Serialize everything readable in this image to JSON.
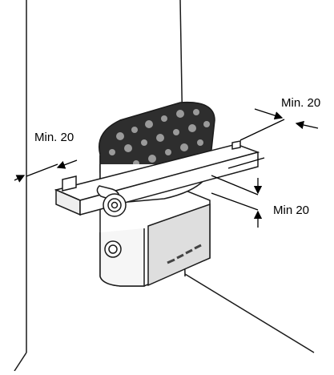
{
  "dimensions": {
    "left": "Min. 20",
    "right": "Min. 20",
    "bracket": "Min 20"
  },
  "colors": {
    "line": "#1a1a1a",
    "stone": "#333333",
    "stone_highlight": "#9a9a9a",
    "body_shade": "#d9d9d9",
    "guard_shade": "#eeeeee"
  }
}
